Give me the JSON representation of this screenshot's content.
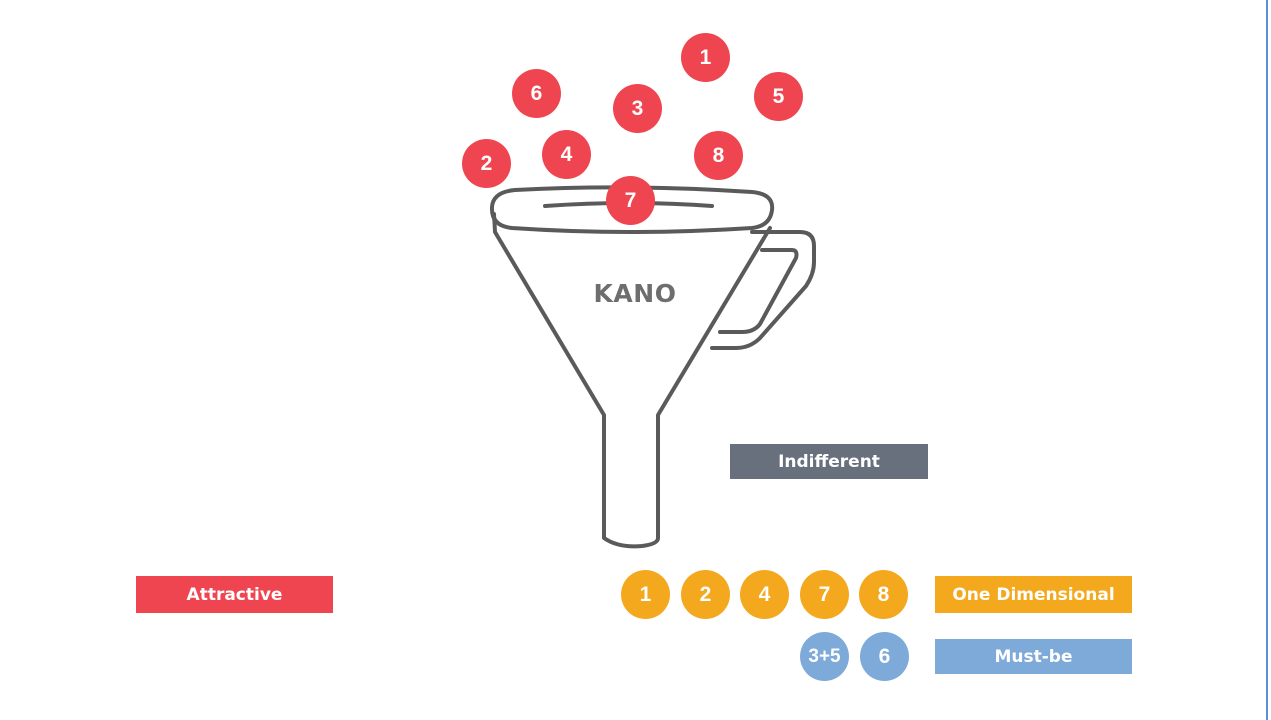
{
  "title": "KANO",
  "colors": {
    "attractive": "#ef4550",
    "one_dimensional": "#f4a81d",
    "must_be": "#7eaad9",
    "indifferent": "#68707d",
    "funnel_stroke": "#5a5a5a",
    "border": "#5b8fd6"
  },
  "falling_items": [
    "1",
    "6",
    "3",
    "5",
    "2",
    "4",
    "8",
    "7"
  ],
  "categories": {
    "indifferent": "Indifferent",
    "attractive": "Attractive",
    "one_dimensional": "One Dimensional",
    "must_be": "Must-be"
  },
  "one_dimensional_items": [
    "1",
    "2",
    "4",
    "7",
    "8"
  ],
  "must_be_items": [
    "3+5",
    "6"
  ]
}
